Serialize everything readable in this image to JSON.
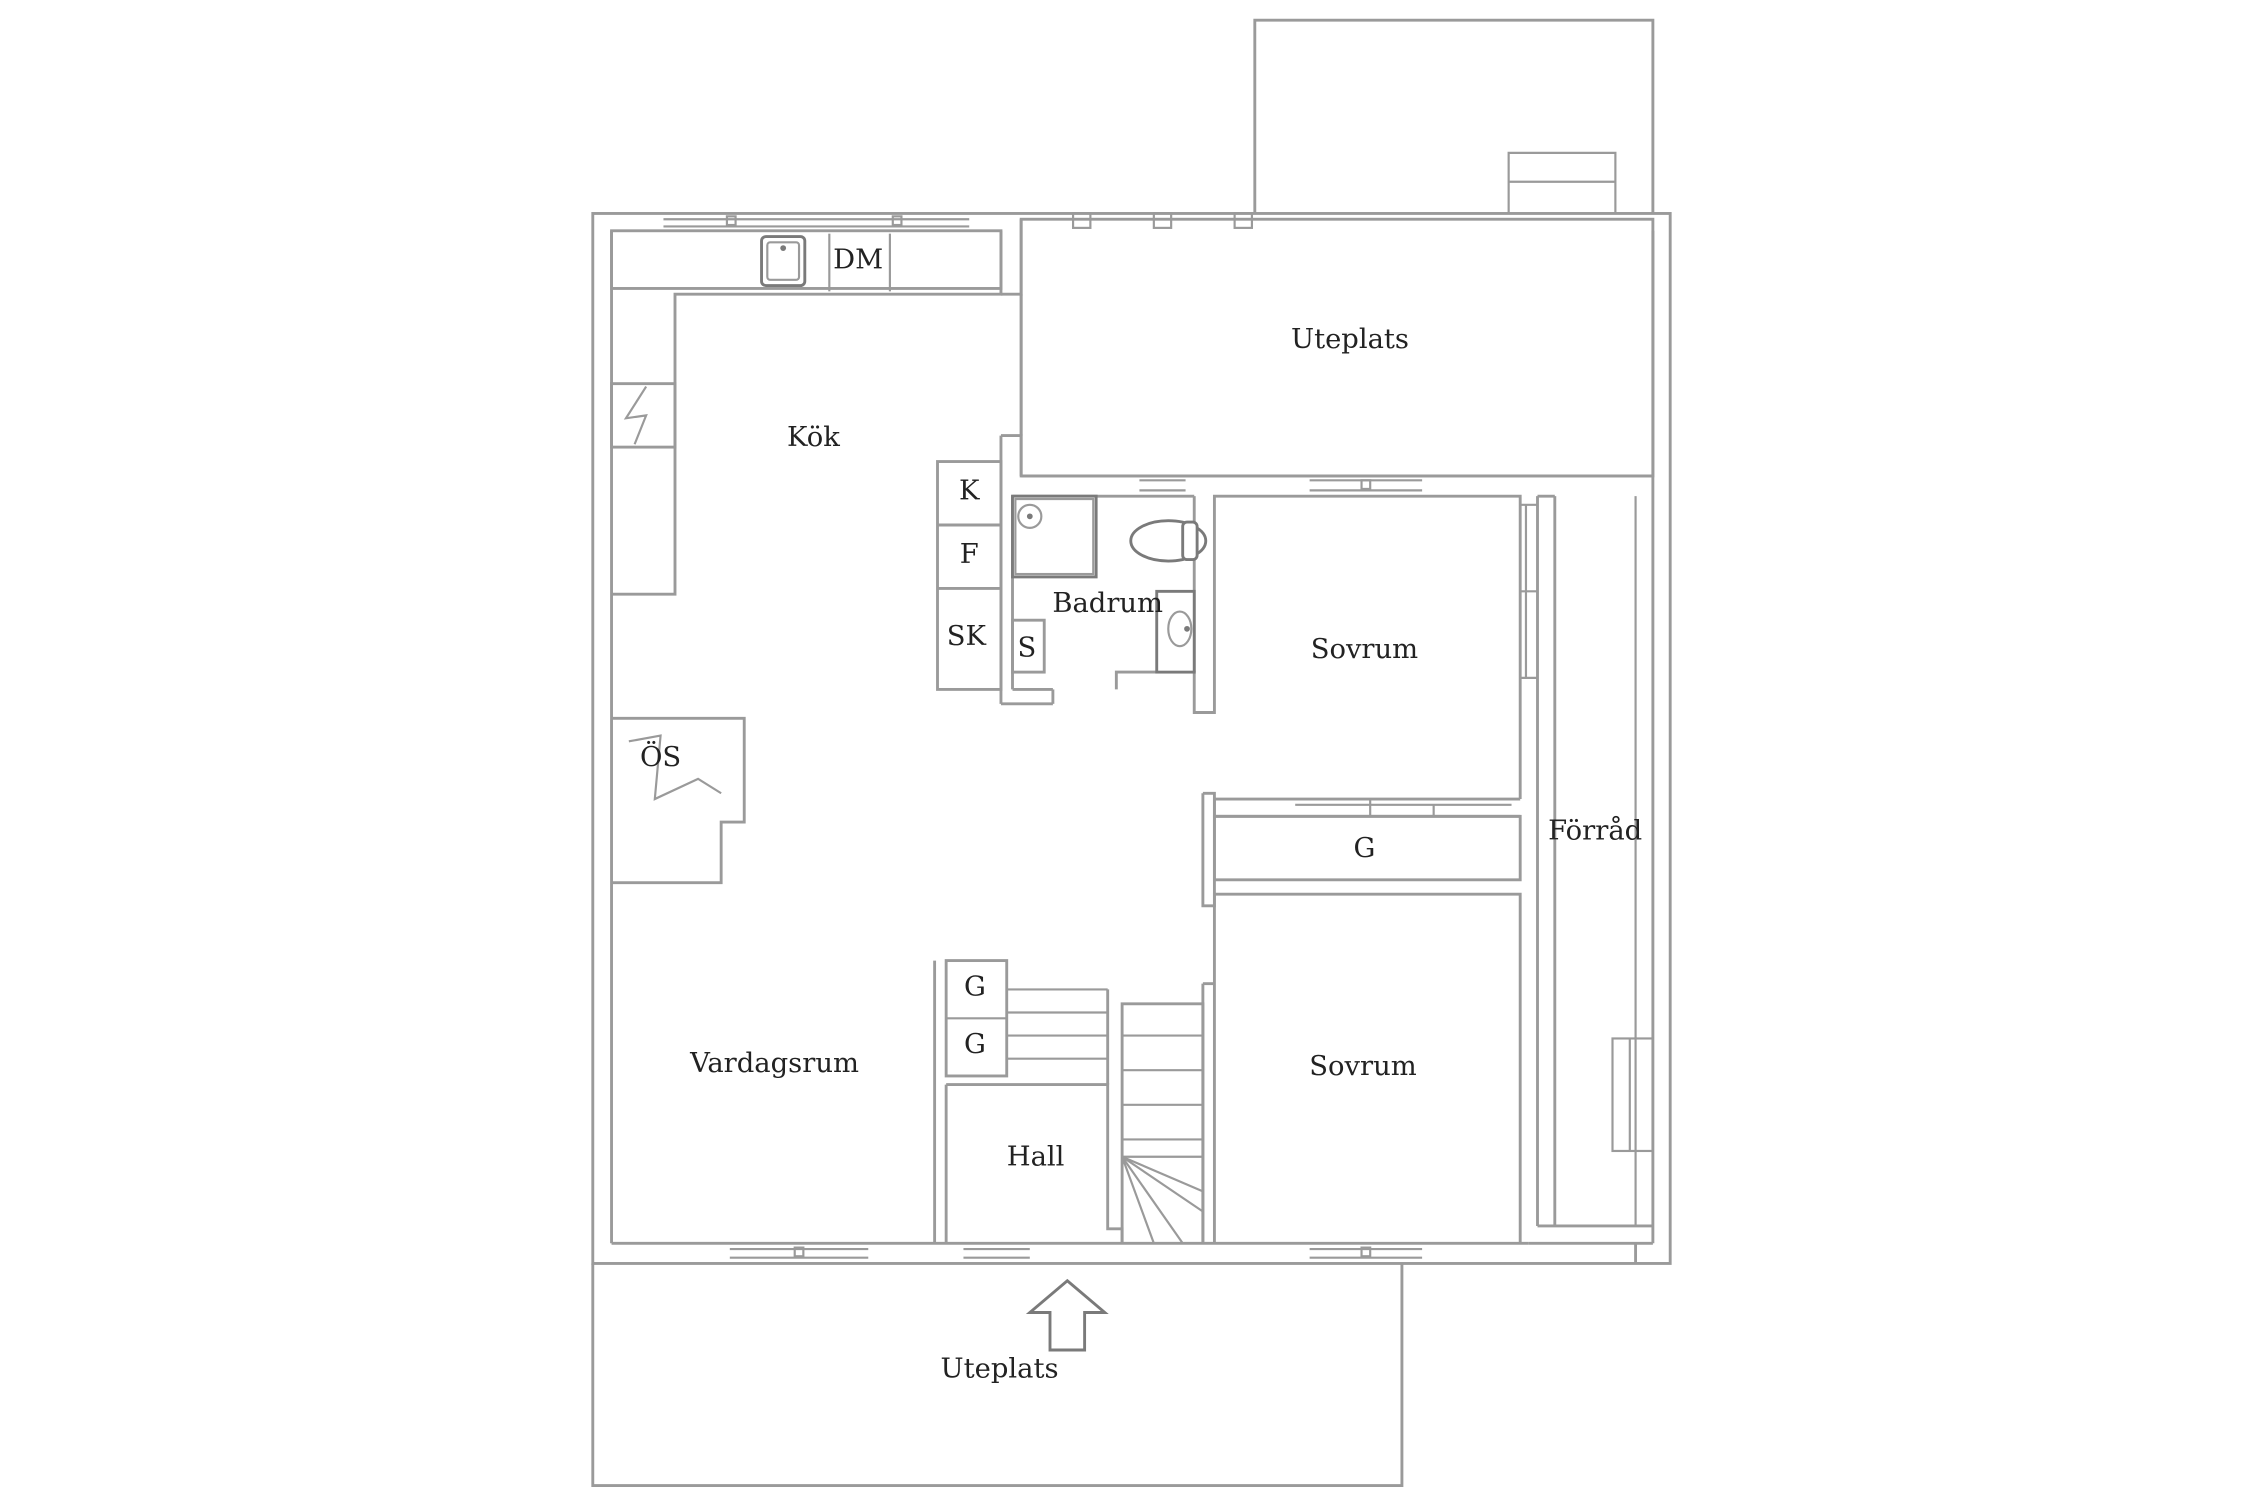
{
  "floorplan": {
    "rooms": {
      "kok": "Kök",
      "uteplats_top": "Uteplats",
      "badrum": "Badrum",
      "sovrum_top": "Sovrum",
      "forrad": "Förråd",
      "vardagsrum": "Vardagsrum",
      "hall": "Hall",
      "sovrum_bottom": "Sovrum",
      "uteplats_bottom": "Uteplats"
    },
    "fixtures": {
      "dm": "DM",
      "k": "K",
      "f": "F",
      "sk": "SK",
      "s": "S",
      "os": "ÖS",
      "g_bedroom": "G",
      "g_hall_1": "G",
      "g_hall_2": "G"
    }
  }
}
